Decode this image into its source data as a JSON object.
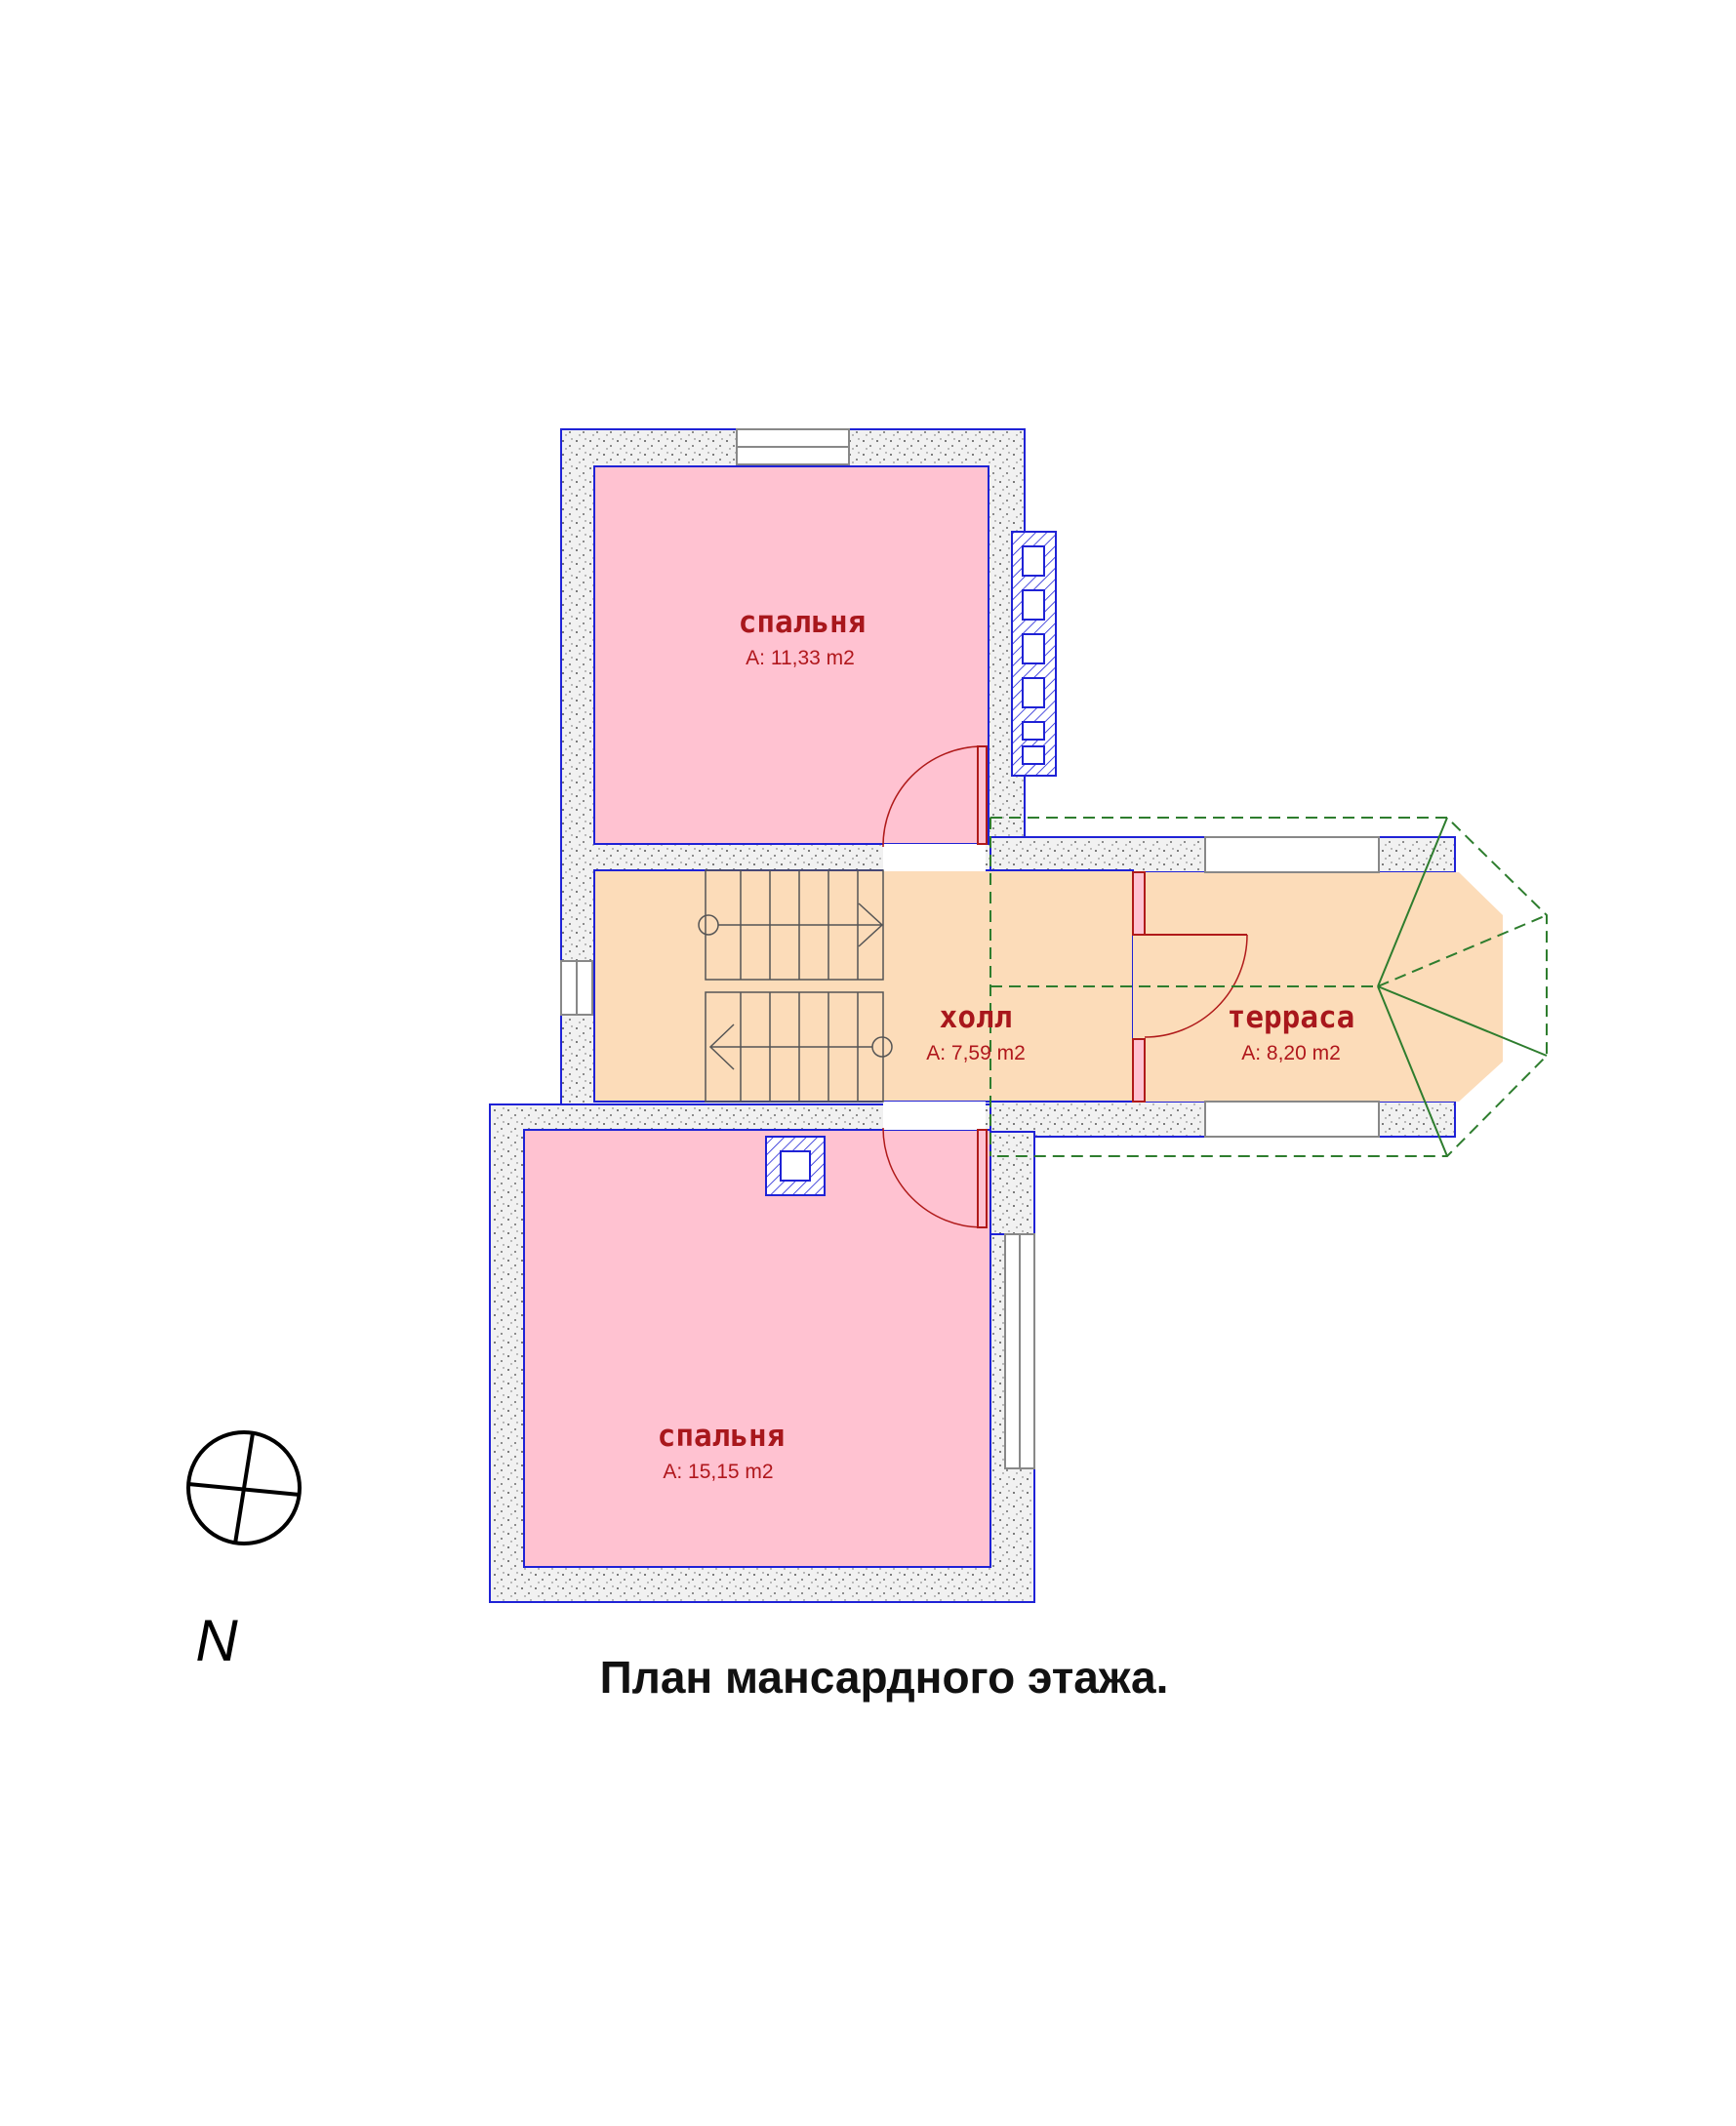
{
  "title": "План мансардного этажа.",
  "north_label": "N",
  "colors": {
    "wall_outline": "#1f22d6",
    "wall_fill": "#e8e8e8",
    "bedroom_fill": "#ffc2d1",
    "hall_fill": "#fcdcb9",
    "door": "#b01a1a",
    "text": "#a8171c",
    "roof_outline": "#2e7d2e",
    "title": "#111111"
  },
  "rooms": {
    "bedroom_top": {
      "name": "спальня",
      "area": "A: 11,33 m2"
    },
    "bedroom_bottom": {
      "name": "спальня",
      "area": "A: 15,15 m2"
    },
    "hall": {
      "name": "холл",
      "area": "A: 7,59 m2"
    },
    "terrace": {
      "name": "терраса",
      "area": "A: 8,20 m2"
    }
  },
  "icons": [
    "north-compass-icon",
    "chimney-icon",
    "stair-arrow-icon"
  ]
}
